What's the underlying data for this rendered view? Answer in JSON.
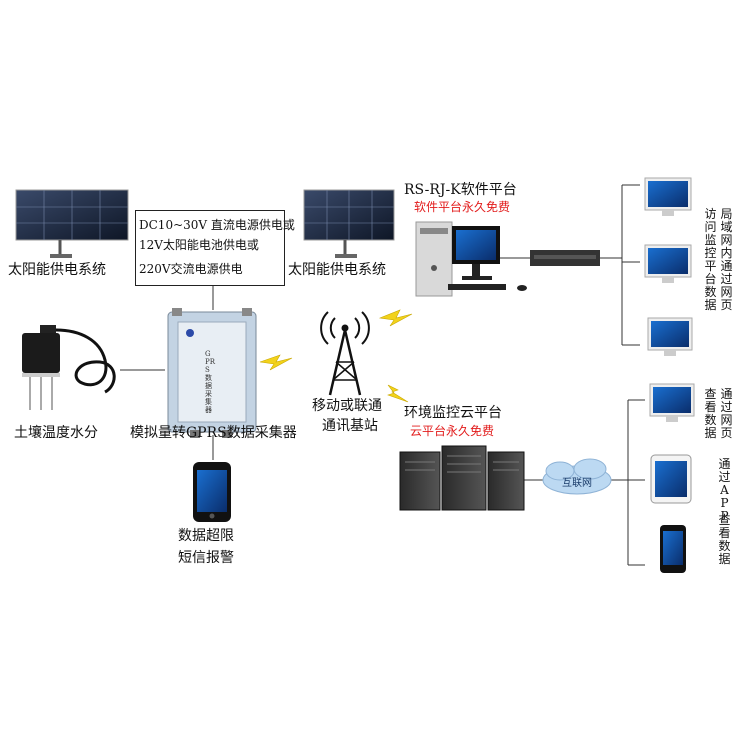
{
  "solar_left_label": "太阳能供电系统",
  "solar_right_label": "太阳能供电系统",
  "power_box": {
    "line1": "DC10~30V 直流电源供电或",
    "line2": "12V太阳能电池供电或",
    "line3": "220V交流电源供电"
  },
  "sensor_label": "土壤温度水分",
  "collector_label": "模拟量转GPRS数据采集器",
  "collector_device_text": "GPRS数据采集器",
  "phone_alarm": {
    "line1": "数据超限",
    "line2": "短信报警"
  },
  "station_label": {
    "line1": "移动或联通",
    "line2": "通讯基站"
  },
  "software_platform": {
    "title": "RS-RJ-K软件平台",
    "subtitle": "软件平台永久免费"
  },
  "cloud_platform": {
    "title": "环境监控云平台",
    "subtitle": "云平台永久免费"
  },
  "lan_access_text": "局域网内通过网页",
  "lan_access_text2": "访问监控平台数据",
  "web_view_text": "通过网页",
  "web_view_text2": "查看数据",
  "app_view_text": "通过APP",
  "app_view_text2": "查看数据",
  "internet_label": "互联网",
  "colors": {
    "accent_red": "#e21b1b",
    "lightning": "#f2d21b",
    "cloud": "#bcd9f2"
  }
}
